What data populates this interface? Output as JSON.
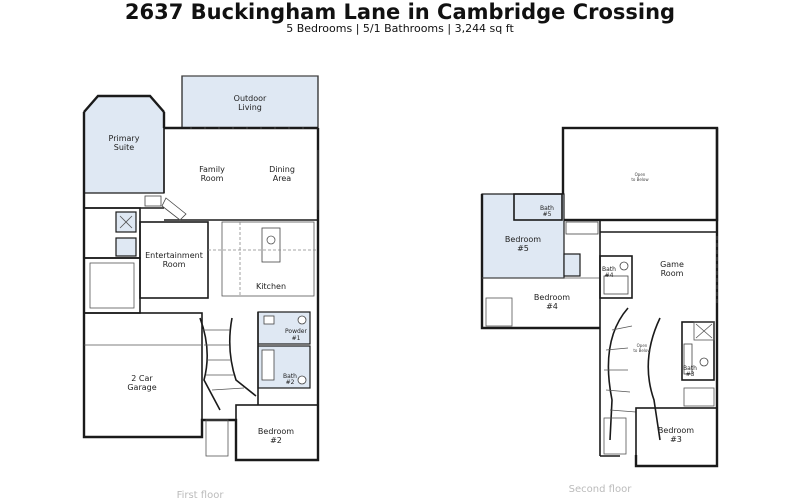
{
  "header": {
    "title": "2637 Buckingham Lane in Cambridge Crossing",
    "subtitle": "5 Bedrooms | 5/1 Bathrooms | 3,244 sq ft"
  },
  "first_floor": {
    "label": "First floor",
    "rooms": {
      "outdoor_living": [
        "Outdoor",
        "Living"
      ],
      "primary_suite": [
        "Primary",
        "Suite"
      ],
      "family_room": [
        "Family",
        "Room"
      ],
      "dining_area": [
        "Dining",
        "Area"
      ],
      "entertainment_room": [
        "Entertainment",
        "Room"
      ],
      "kitchen": "Kitchen",
      "powder": [
        "Powder",
        "#1"
      ],
      "bath2": [
        "Bath",
        "#2"
      ],
      "garage": [
        "2 Car",
        "Garage"
      ],
      "bedroom2": [
        "Bedroom",
        "#2"
      ]
    }
  },
  "second_floor": {
    "label": "Second floor",
    "rooms": {
      "open_to_below_top": [
        "Open",
        "to Below"
      ],
      "bath5": [
        "Bath",
        "#5"
      ],
      "bedroom5": [
        "Bedroom",
        "#5"
      ],
      "game_room": [
        "Game",
        "Room"
      ],
      "bath4": [
        "Bath",
        "#4"
      ],
      "bedroom4": [
        "Bedroom",
        "#4"
      ],
      "open_to_below_stair": [
        "Open",
        "to Below"
      ],
      "bath3": [
        "Bath",
        "#3"
      ],
      "bedroom3": [
        "Bedroom",
        "#3"
      ]
    }
  },
  "colors": {
    "highlight": "#dfe8f3",
    "wall": "#1a1a1a",
    "floor_label": "#bbbbbb"
  }
}
